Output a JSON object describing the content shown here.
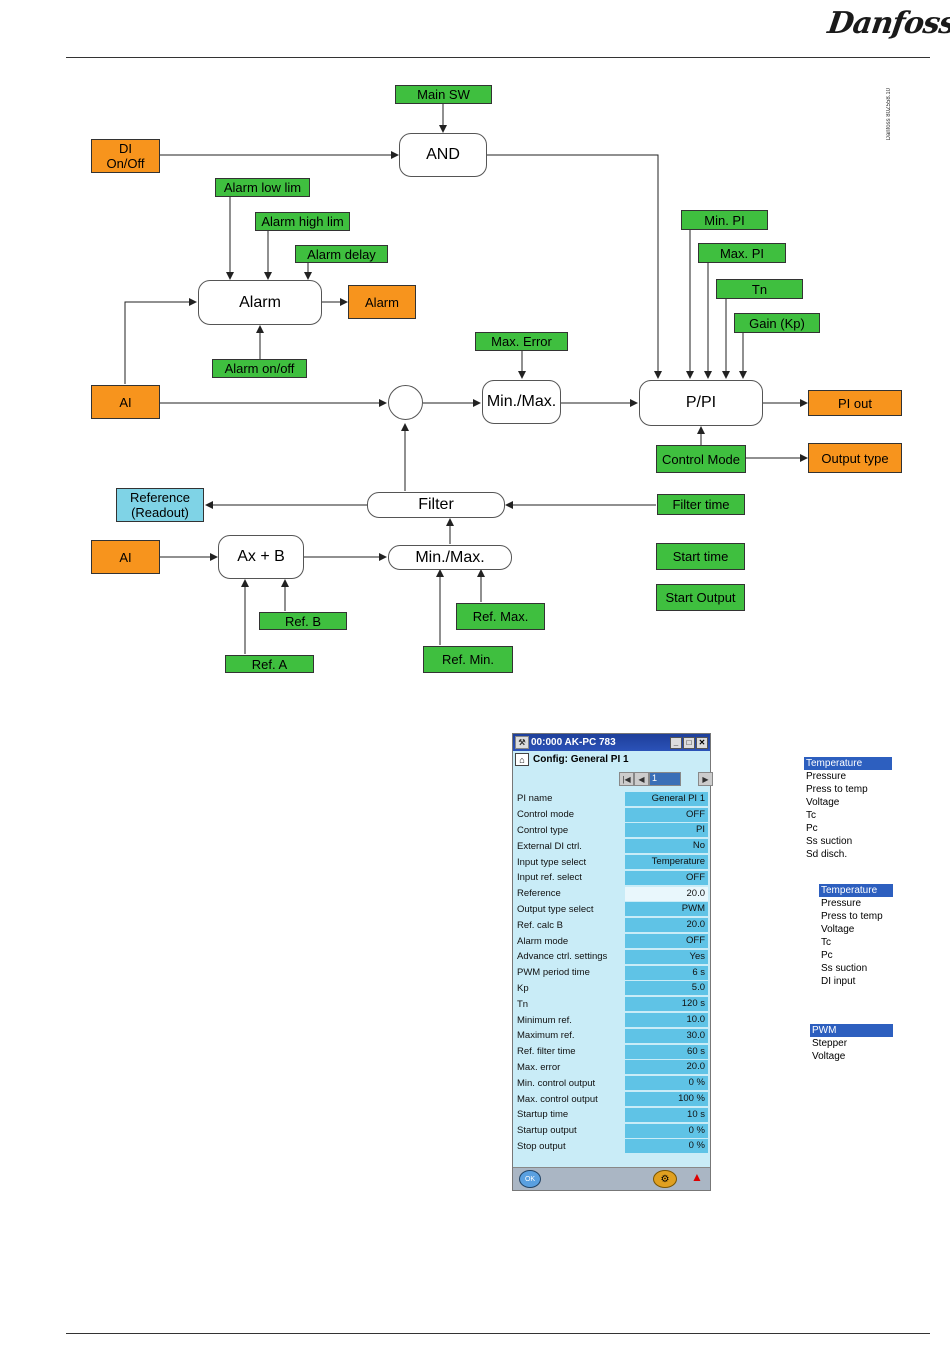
{
  "brand": "Danfoss",
  "doc_number": "Danfoss 80Z558.10",
  "diagram": {
    "main_sw": "Main SW",
    "di_onoff": "DI\nOn/Off",
    "and": "AND",
    "alarm_low": "Alarm low lim",
    "alarm_high": "Alarm high lim",
    "alarm_delay": "Alarm delay",
    "alarm_node": "Alarm",
    "alarm_out": "Alarm",
    "alarm_onoff": "Alarm on/off",
    "min_pi": "Min. PI",
    "max_pi": "Max. PI",
    "tn": "Tn",
    "gain": "Gain (Kp)",
    "max_error": "Max. Error",
    "ai1": "AI",
    "minmax1": "Min./Max.",
    "ppi": "P/PI",
    "pi_out": "PI out",
    "control_mode": "Control Mode",
    "output_type": "Output type",
    "reference": "Reference\n(Readout)",
    "filter": "Filter",
    "filter_time": "Filter time",
    "ai2": "AI",
    "axb": "Ax + B",
    "minmax2": "Min./Max.",
    "start_time": "Start time",
    "start_output": "Start Output",
    "ref_b": "Ref. B",
    "ref_max": "Ref. Max.",
    "ref_a": "Ref. A",
    "ref_min": "Ref. Min."
  },
  "screen": {
    "title": "00:000 AK-PC 783",
    "config_title": "Config: General PI 1",
    "nav_field": "1",
    "rows": [
      {
        "label": "PI name",
        "value": "General PI 1",
        "white": false
      },
      {
        "label": "Control mode",
        "value": "OFF",
        "white": false
      },
      {
        "label": "Control type",
        "value": "PI",
        "white": false
      },
      {
        "label": "External DI ctrl.",
        "value": "No",
        "white": false
      },
      {
        "label": "Input type select",
        "value": "Temperature",
        "white": false
      },
      {
        "label": "Input ref. select",
        "value": "OFF",
        "white": false
      },
      {
        "label": "Reference",
        "value": "20.0",
        "white": true
      },
      {
        "label": "Output type select",
        "value": "PWM",
        "white": false
      },
      {
        "label": "Ref. calc B",
        "value": "20.0",
        "white": false
      },
      {
        "label": "Alarm mode",
        "value": "OFF",
        "white": false
      },
      {
        "label": "Advance ctrl. settings",
        "value": "Yes",
        "white": false
      },
      {
        "label": "PWM period time",
        "value": "6 s",
        "white": false
      },
      {
        "label": "Kp",
        "value": "5.0",
        "white": false
      },
      {
        "label": "Tn",
        "value": "120 s",
        "white": false
      },
      {
        "label": "Minimum ref.",
        "value": "10.0",
        "white": false
      },
      {
        "label": "Maximum ref.",
        "value": "30.0",
        "white": false
      },
      {
        "label": "Ref. filter time",
        "value": "60 s",
        "white": false
      },
      {
        "label": "Max. error",
        "value": "20.0",
        "white": false
      },
      {
        "label": "Min. control output",
        "value": "0 %",
        "white": false
      },
      {
        "label": "Max. control output",
        "value": "100 %",
        "white": false
      },
      {
        "label": "Startup time",
        "value": "10 s",
        "white": false
      },
      {
        "label": "Startup output",
        "value": "0 %",
        "white": false
      },
      {
        "label": "Stop output",
        "value": "0 %",
        "white": false
      }
    ],
    "ok_label": "OK"
  },
  "lists": {
    "input_type": [
      "Temperature",
      "Pressure",
      "Press to temp",
      "Voltage",
      "Tc",
      "Pc",
      "Ss suction",
      "Sd disch."
    ],
    "input_ref": [
      "Temperature",
      "Pressure",
      "Press to temp",
      "Voltage",
      "Tc",
      "Pc",
      "Ss suction",
      "DI input"
    ],
    "output_type": [
      "PWM",
      "Stepper",
      "Voltage"
    ]
  },
  "colors": {
    "green": "#3fbf3f",
    "orange": "#f7941d",
    "cyan": "#7fd3e6"
  }
}
